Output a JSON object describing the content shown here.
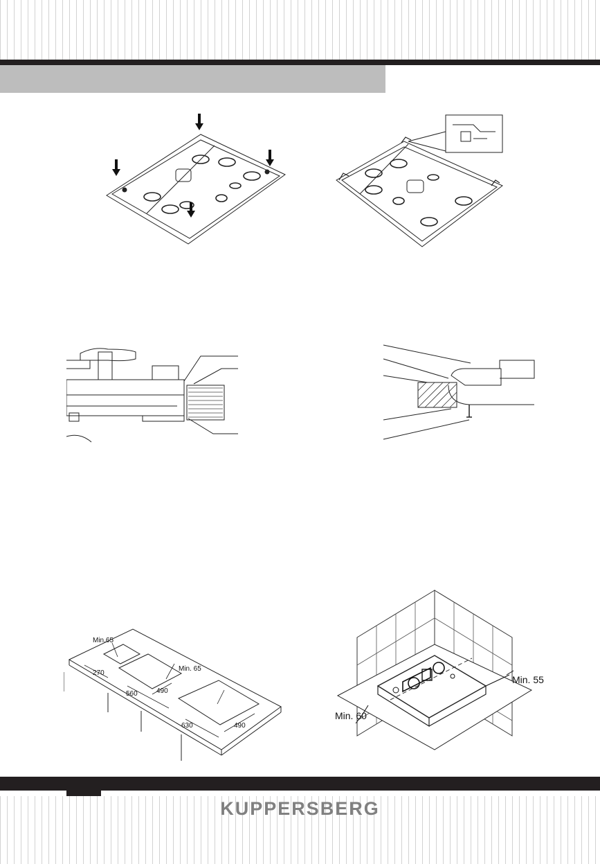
{
  "brand": {
    "name": "KUPPERSBERG"
  },
  "figures": {
    "cutout_dimensions": {
      "labels": {
        "min_65_top": "Min.65",
        "min_65_right": "Min. 65",
        "d270": "270",
        "d560": "560",
        "d490_a": "490",
        "d630": "630",
        "d490_b": "490"
      }
    },
    "wall_clearance": {
      "labels": {
        "min_55": "Min. 55",
        "min_60": "Min. 60"
      }
    }
  },
  "colors": {
    "header_bar": "#231f20",
    "section_band": "#bdbdbd",
    "stripe": "#d2d2d2",
    "logo_text": "#808080"
  }
}
